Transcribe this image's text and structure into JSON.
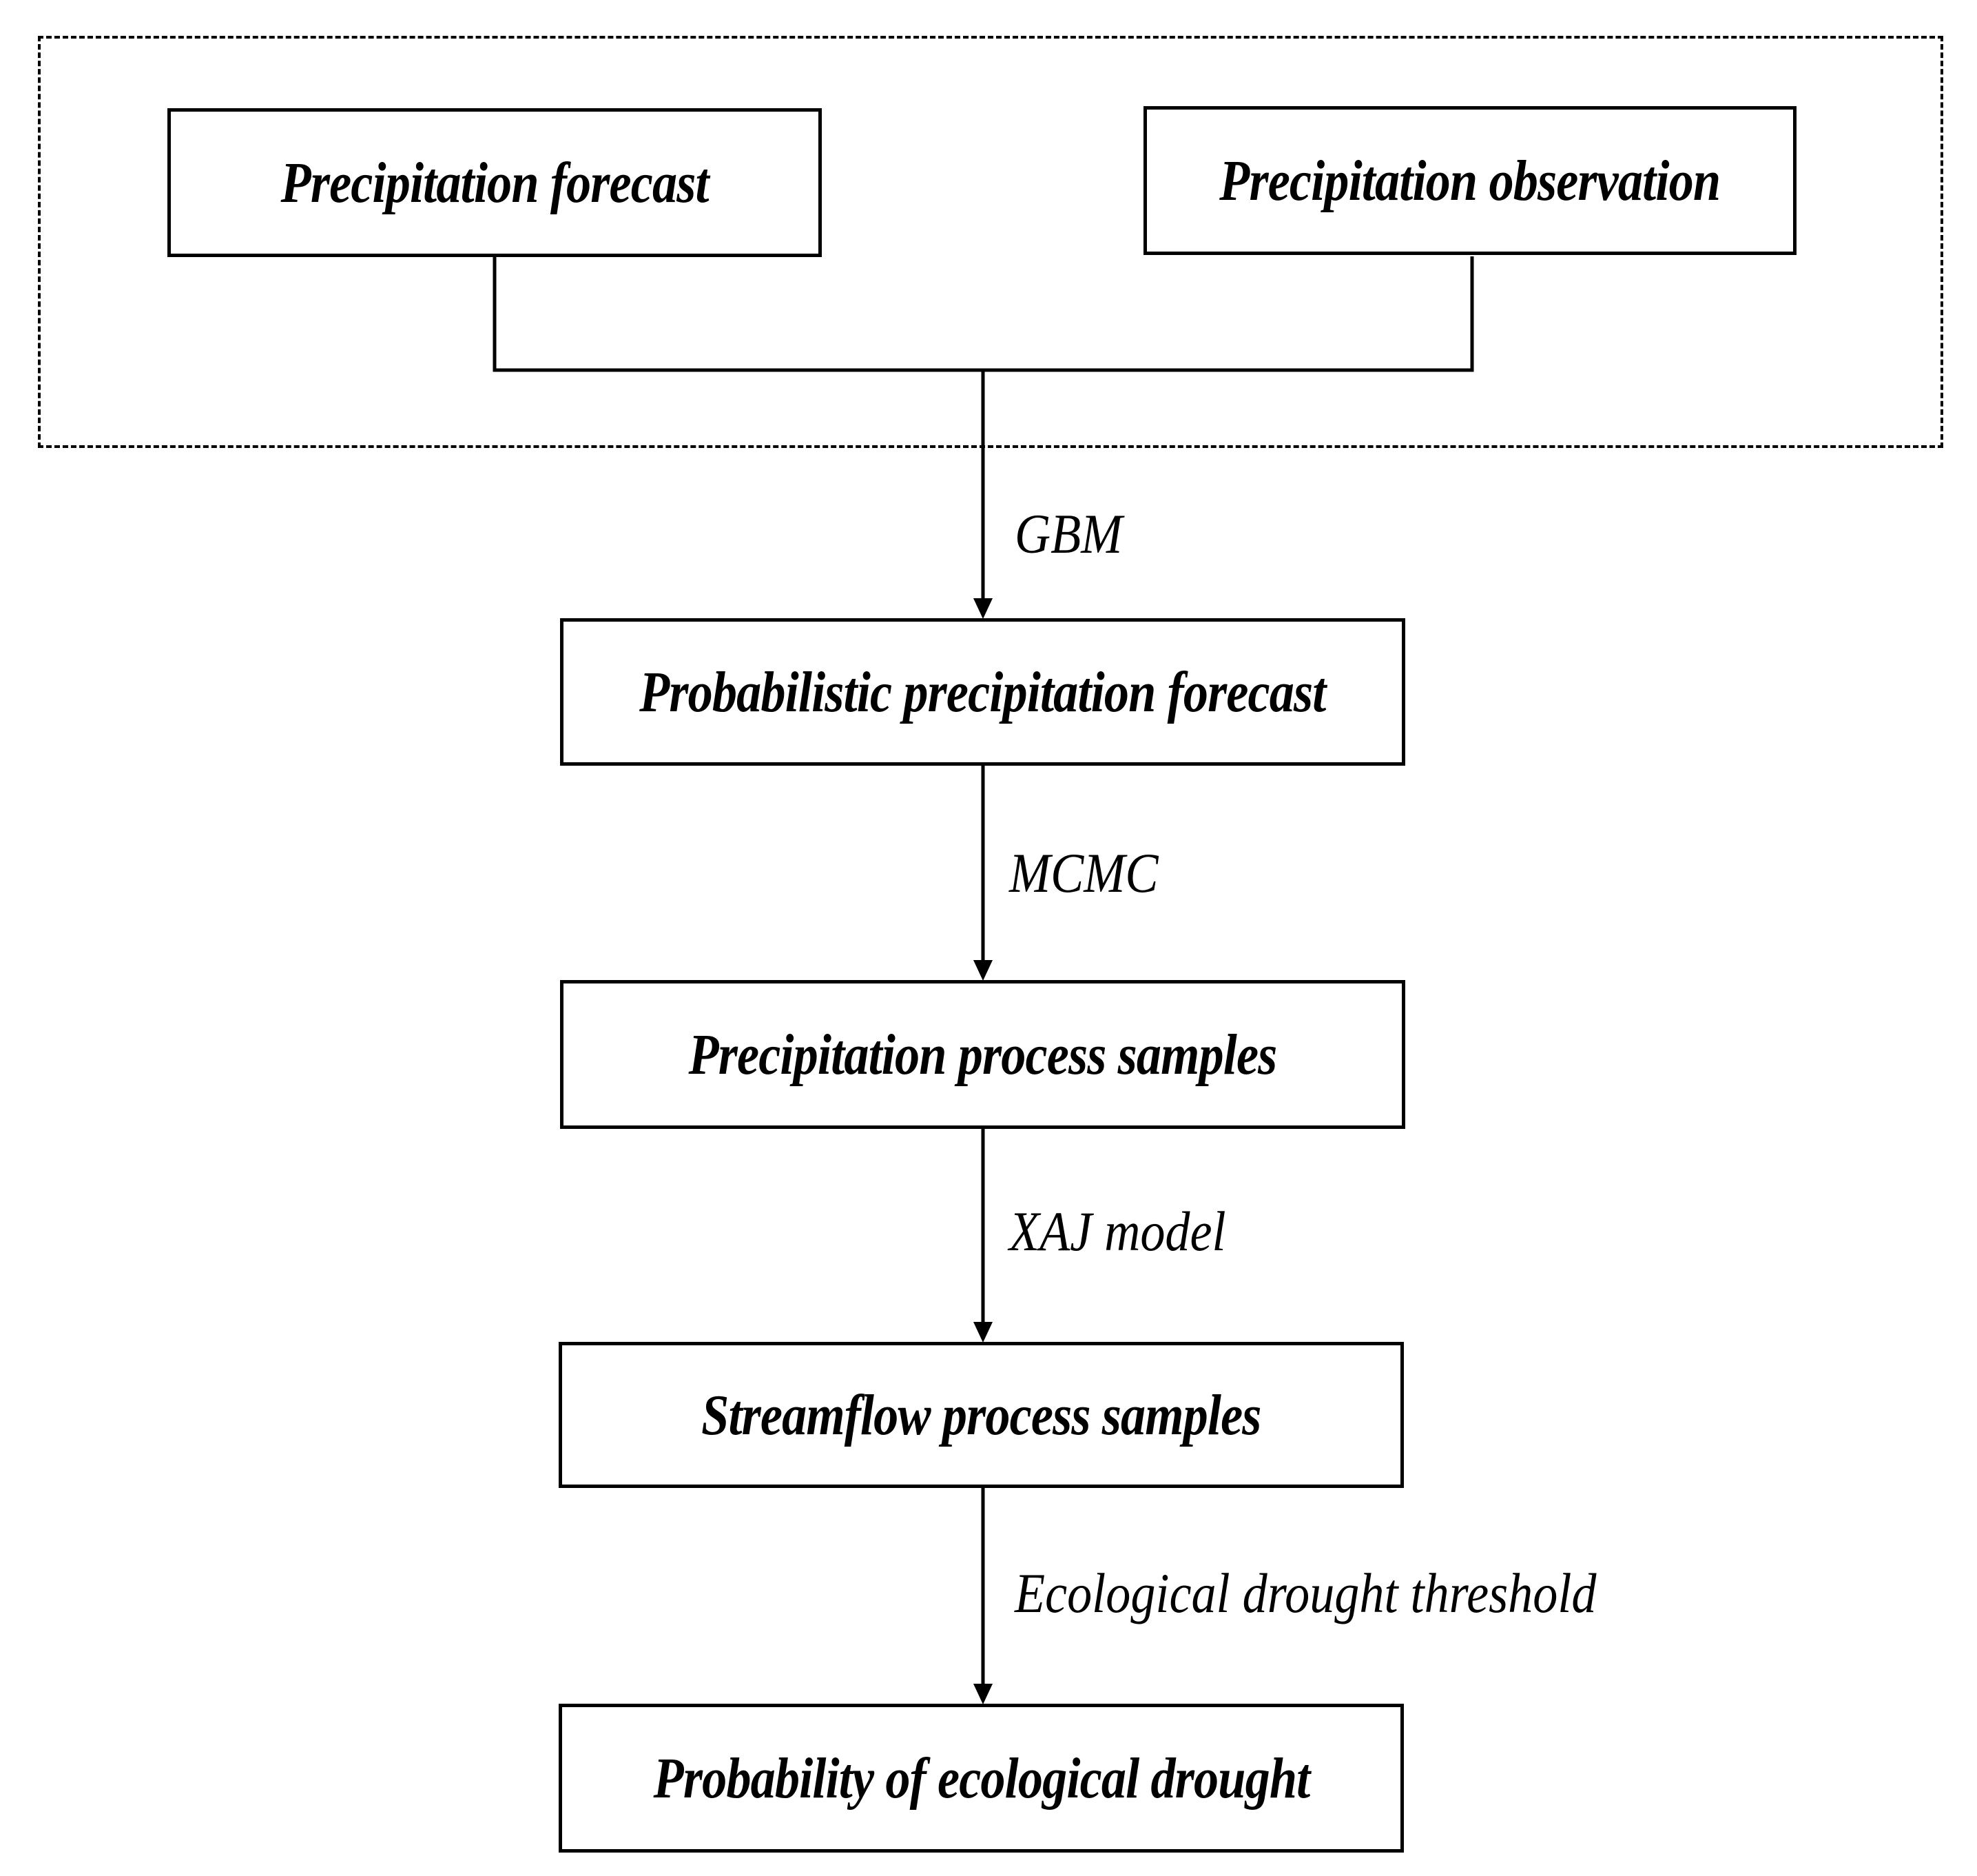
{
  "nodes": {
    "precipitation_forecast": "Precipitation forecast",
    "precipitation_observation": "Precipitation observation",
    "probabilistic_forecast": "Probabilistic precipitation forecast",
    "precipitation_samples": "Precipitation process samples",
    "streamflow_samples": "Streamflow process samples",
    "drought_probability": "Probability of ecological drought"
  },
  "edges": {
    "gbm": "GBM",
    "mcmc": "MCMC",
    "xaj": "XAJ model",
    "threshold": "Ecological drought threshold"
  }
}
